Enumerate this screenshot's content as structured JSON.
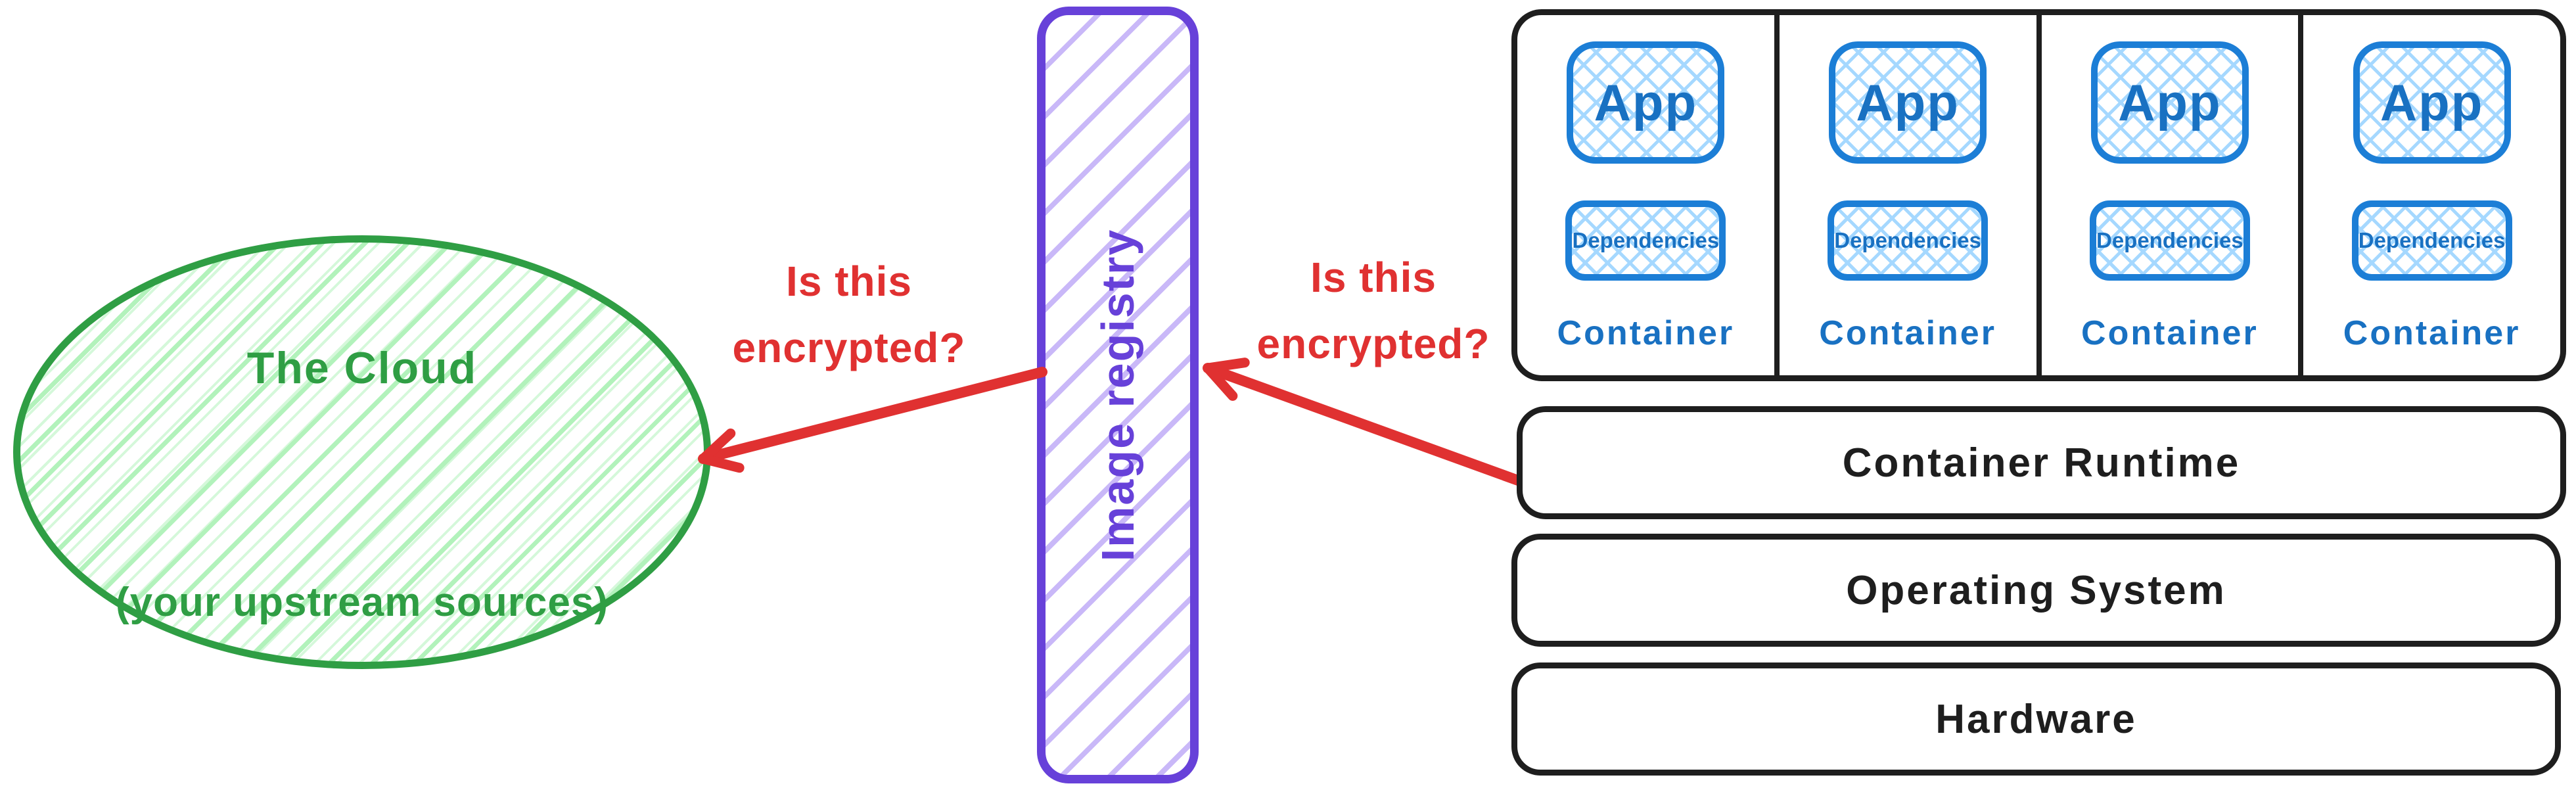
{
  "diagram": {
    "cloud": {
      "title": "The Cloud",
      "subtitle": "(your upstream sources)"
    },
    "registry": {
      "label": "Image registry"
    },
    "question_left": {
      "line1": "Is this",
      "line2": "encrypted?"
    },
    "question_right": {
      "line1": "Is this",
      "line2": "encrypted?"
    },
    "containers": [
      {
        "app": "App",
        "dependencies": "Dependencies",
        "label": "Container"
      },
      {
        "app": "App",
        "dependencies": "Dependencies",
        "label": "Container"
      },
      {
        "app": "App",
        "dependencies": "Dependencies",
        "label": "Container"
      },
      {
        "app": "App",
        "dependencies": "Dependencies",
        "label": "Container"
      }
    ],
    "layers": [
      {
        "label": "Container Runtime"
      },
      {
        "label": "Operating System"
      },
      {
        "label": "Hardware"
      }
    ],
    "colors": {
      "green": "#2f9e44",
      "green_hatch": "#b2f2bb",
      "violet": "#6741d9",
      "violet_hatch": "#c9b8f8",
      "blue_stroke": "#1c7ed6",
      "blue_text": "#1971c2",
      "blue_hatch": "#a5d8ff",
      "red": "#e03131",
      "ink": "#1e1e1e"
    }
  }
}
